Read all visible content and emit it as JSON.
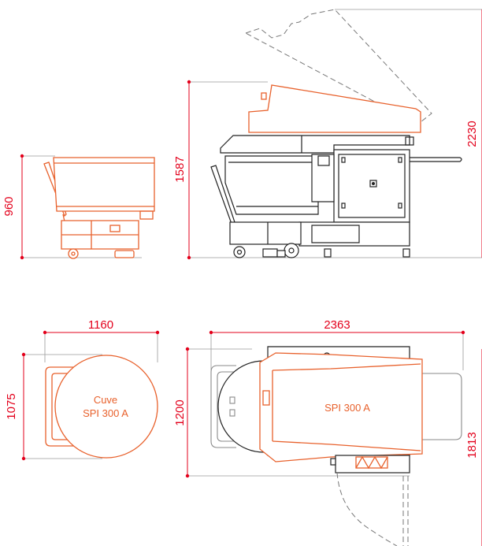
{
  "dimensions": {
    "side_bowl_height": "960",
    "side_machine_height": "1587",
    "side_head_open_height": "2230",
    "top_bowl_width": "1160",
    "top_bowl_depth": "1075",
    "top_machine_length": "2363",
    "top_machine_depth": "1200",
    "top_head_open_depth": "1813"
  },
  "labels": {
    "bowl_line1": "Cuve",
    "bowl_line2": "SPI 300 A",
    "machine": "SPI 300 A"
  },
  "colors": {
    "dimension": "#e3001b",
    "outline_orange": "#e8612c",
    "outline_dark": "#222222",
    "outline_grey": "#8a8a8a"
  }
}
